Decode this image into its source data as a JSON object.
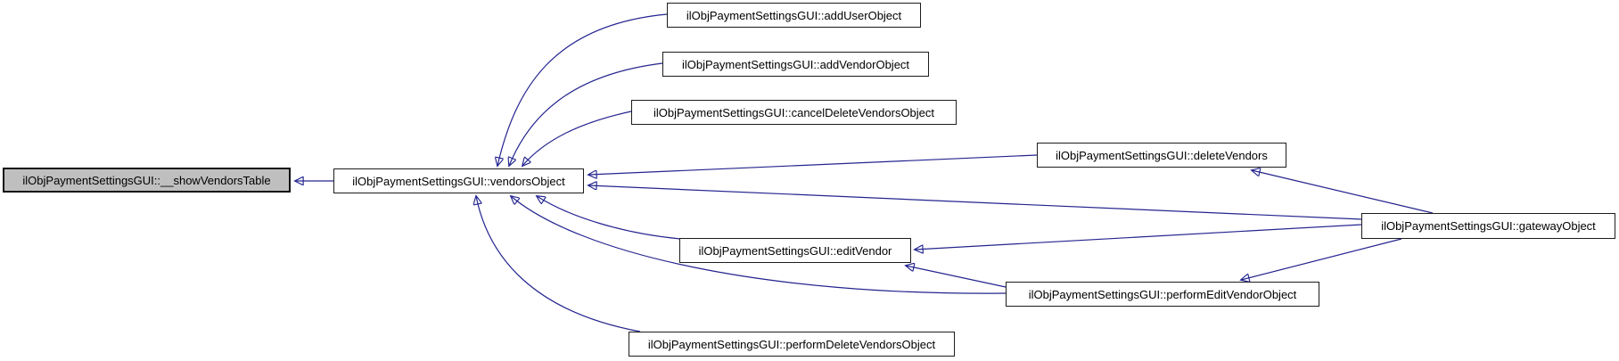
{
  "diagram": {
    "type": "call-graph",
    "colors": {
      "background": "#ffffff",
      "edge": "#24248f",
      "node_fill": "#ffffff",
      "node_border": "#1c1c1c",
      "highlighted_node_fill": "#bfbfbf",
      "text": "#000000"
    },
    "nodes": [
      {
        "id": "show_vendors_table",
        "label": "ilObjPaymentSettingsGUI::__showVendorsTable",
        "highlighted": true
      },
      {
        "id": "vendors_object",
        "label": "ilObjPaymentSettingsGUI::vendorsObject",
        "highlighted": false
      },
      {
        "id": "add_user_object",
        "label": "ilObjPaymentSettingsGUI::addUserObject",
        "highlighted": false
      },
      {
        "id": "add_vendor_object",
        "label": "ilObjPaymentSettingsGUI::addVendorObject",
        "highlighted": false
      },
      {
        "id": "cancel_delete_vendors_object",
        "label": "ilObjPaymentSettingsGUI::cancelDeleteVendorsObject",
        "highlighted": false
      },
      {
        "id": "delete_vendors",
        "label": "ilObjPaymentSettingsGUI::deleteVendors",
        "highlighted": false
      },
      {
        "id": "gateway_object",
        "label": "ilObjPaymentSettingsGUI::gatewayObject",
        "highlighted": false
      },
      {
        "id": "edit_vendor",
        "label": "ilObjPaymentSettingsGUI::editVendor",
        "highlighted": false
      },
      {
        "id": "perform_edit_vendor_object",
        "label": "ilObjPaymentSettingsGUI::performEditVendorObject",
        "highlighted": false
      },
      {
        "id": "perform_delete_vendors_object",
        "label": "ilObjPaymentSettingsGUI::performDeleteVendorsObject",
        "highlighted": false
      }
    ],
    "edges": [
      {
        "from": "vendors_object",
        "to": "show_vendors_table"
      },
      {
        "from": "add_user_object",
        "to": "vendors_object"
      },
      {
        "from": "add_vendor_object",
        "to": "vendors_object"
      },
      {
        "from": "cancel_delete_vendors_object",
        "to": "vendors_object"
      },
      {
        "from": "delete_vendors",
        "to": "vendors_object"
      },
      {
        "from": "gateway_object",
        "to": "vendors_object"
      },
      {
        "from": "edit_vendor",
        "to": "vendors_object"
      },
      {
        "from": "perform_edit_vendor_object",
        "to": "vendors_object"
      },
      {
        "from": "perform_delete_vendors_object",
        "to": "vendors_object"
      },
      {
        "from": "gateway_object",
        "to": "delete_vendors"
      },
      {
        "from": "gateway_object",
        "to": "edit_vendor"
      },
      {
        "from": "gateway_object",
        "to": "perform_edit_vendor_object"
      },
      {
        "from": "perform_edit_vendor_object",
        "to": "edit_vendor"
      }
    ]
  }
}
